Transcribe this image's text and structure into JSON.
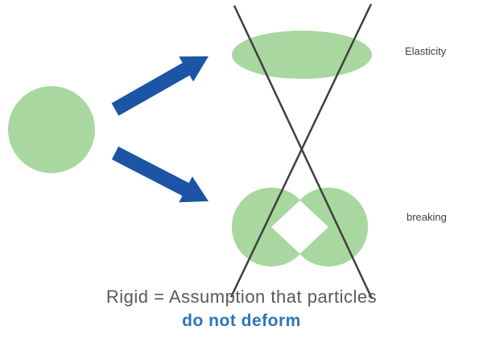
{
  "colors": {
    "shape_green": "#a8d7a0",
    "arrow_blue": "#1c54a6",
    "cross_gray": "#3f3f3f",
    "label_gray": "#3f3f3f",
    "caption_gray": "#595959",
    "caption_blue": "#2e75b6",
    "background": "#ffffff"
  },
  "labels": {
    "elasticity": "Elasticity",
    "breaking": "breaking"
  },
  "caption": {
    "line1": "Rigid = Assumption that particles",
    "line2": "do not deform"
  }
}
